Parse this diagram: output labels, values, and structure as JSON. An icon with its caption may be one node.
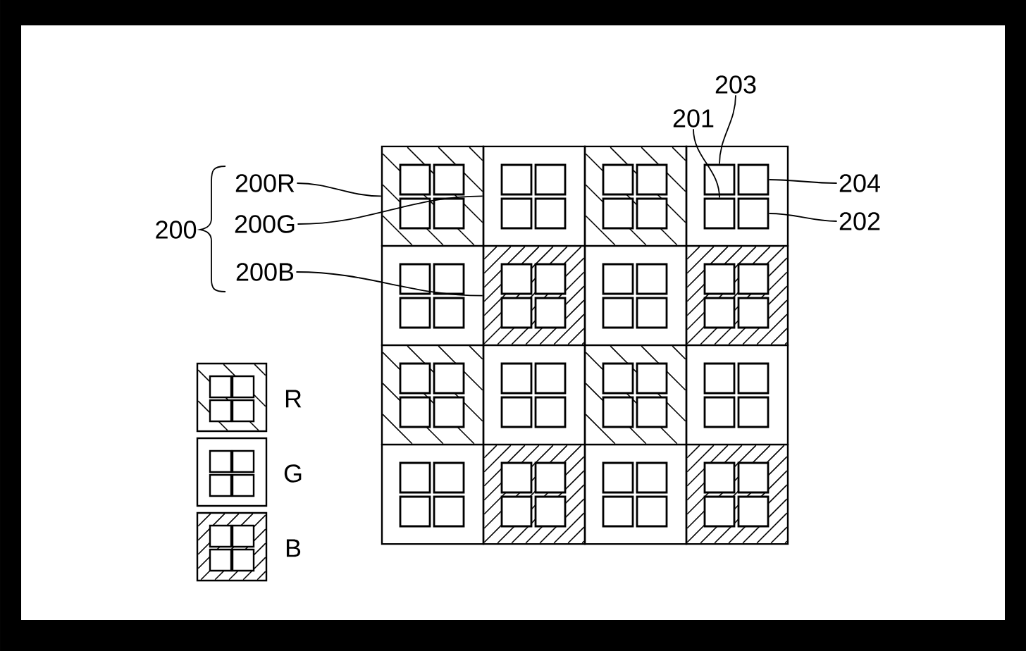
{
  "diagram": {
    "nodes": [
      {
        "text": [
          "203"
        ]
      },
      {
        "text": [
          "201"
        ]
      },
      {
        "text": [
          "200R"
        ]
      },
      {
        "text": [
          "204"
        ]
      },
      {
        "text": [
          "200G"
        ]
      },
      {
        "text": [
          "202"
        ]
      },
      {
        "text": [
          "200B"
        ]
      },
      {
        "text": [],
        "shape": "box"
      },
      {
        "text": [],
        "shape": "box"
      },
      {
        "text": [],
        "shape": "box"
      },
      {
        "text": [],
        "shape": "box"
      },
      {
        "text": [],
        "shape": "box"
      },
      {
        "text": [],
        "shape": "box"
      },
      {
        "text": [],
        "shape": "box"
      },
      {
        "text": [],
        "shape": "box"
      },
      {
        "text": [],
        "shape": "box"
      },
      {
        "text": [],
        "shape": "box"
      },
      {
        "text": [],
        "shape": "box"
      },
      {
        "text": [],
        "shape": "box"
      },
      {
        "text": [],
        "shape": "box"
      },
      {
        "text": [],
        "shape": "box"
      },
      {
        "text": [],
        "shape": "box"
      },
      {
        "text": [],
        "shape": "box"
      },
      {
        "text": [],
        "shape": "box",
        "in": 10
      },
      {
        "text": [],
        "shape": "box",
        "in": 10
      },
      {
        "text": [],
        "shape": "box",
        "in": 10
      },
      {
        "text": [],
        "shape": "box",
        "in": 10
      }
    ],
    "edges": [
      {
        "from": 0,
        "to": 23,
        "arrow": "none"
      },
      {
        "from": 1,
        "to": 25,
        "arrow": "none"
      },
      {
        "from": 2,
        "to": 7,
        "arrow": "none"
      },
      {
        "from": 3,
        "to": 24,
        "arrow": "none"
      },
      {
        "from": 4,
        "to": 8,
        "arrow": "none"
      },
      {
        "from": 5,
        "to": 26,
        "arrow": "none"
      },
      {
        "from": 6,
        "to": 12,
        "arrow": "none"
      }
    ],
    "labels": [
      "200"
    ],
    "legend": [
      {
        "text": "R"
      },
      {
        "text": "G"
      },
      {
        "text": "B"
      }
    ]
  }
}
